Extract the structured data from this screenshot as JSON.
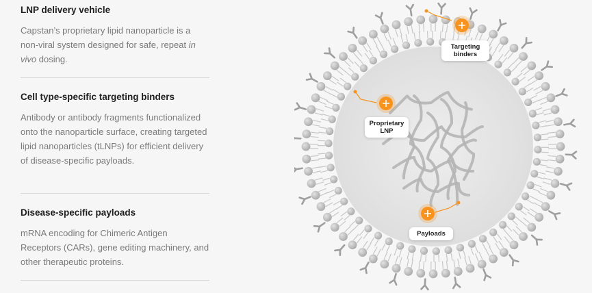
{
  "sections": [
    {
      "title": "LNP delivery vehicle",
      "body_part1": "Capstan’s proprietary lipid nanoparticle is a non-viral system designed for safe, repeat ",
      "body_italic": "in vivo",
      "body_part2": " dosing."
    },
    {
      "title": "Cell type-specific targeting binders",
      "body": "Antibody or antibody fragments functionalized onto the nanoparticle surface, creating targeted lipid nanoparticles (tLNPs) for efficient delivery of disease-specific payloads."
    },
    {
      "title": "Disease-specific payloads",
      "body": "mRNA encoding for Chimeric Antigen Receptors (CARs), gene editing machinery, and other therapeutic proteins."
    }
  ],
  "diagram": {
    "callouts": {
      "targeting": "Targeting binders",
      "lnp": "Proprietary LNP",
      "payloads": "Payloads"
    },
    "colors": {
      "accent": "#f7931e",
      "head": "#bdbdbd",
      "tail": "#c7c7c7",
      "binder": "#9e9e9e",
      "interior": "#e4e4e4",
      "rna": "#b5b5b5"
    }
  }
}
